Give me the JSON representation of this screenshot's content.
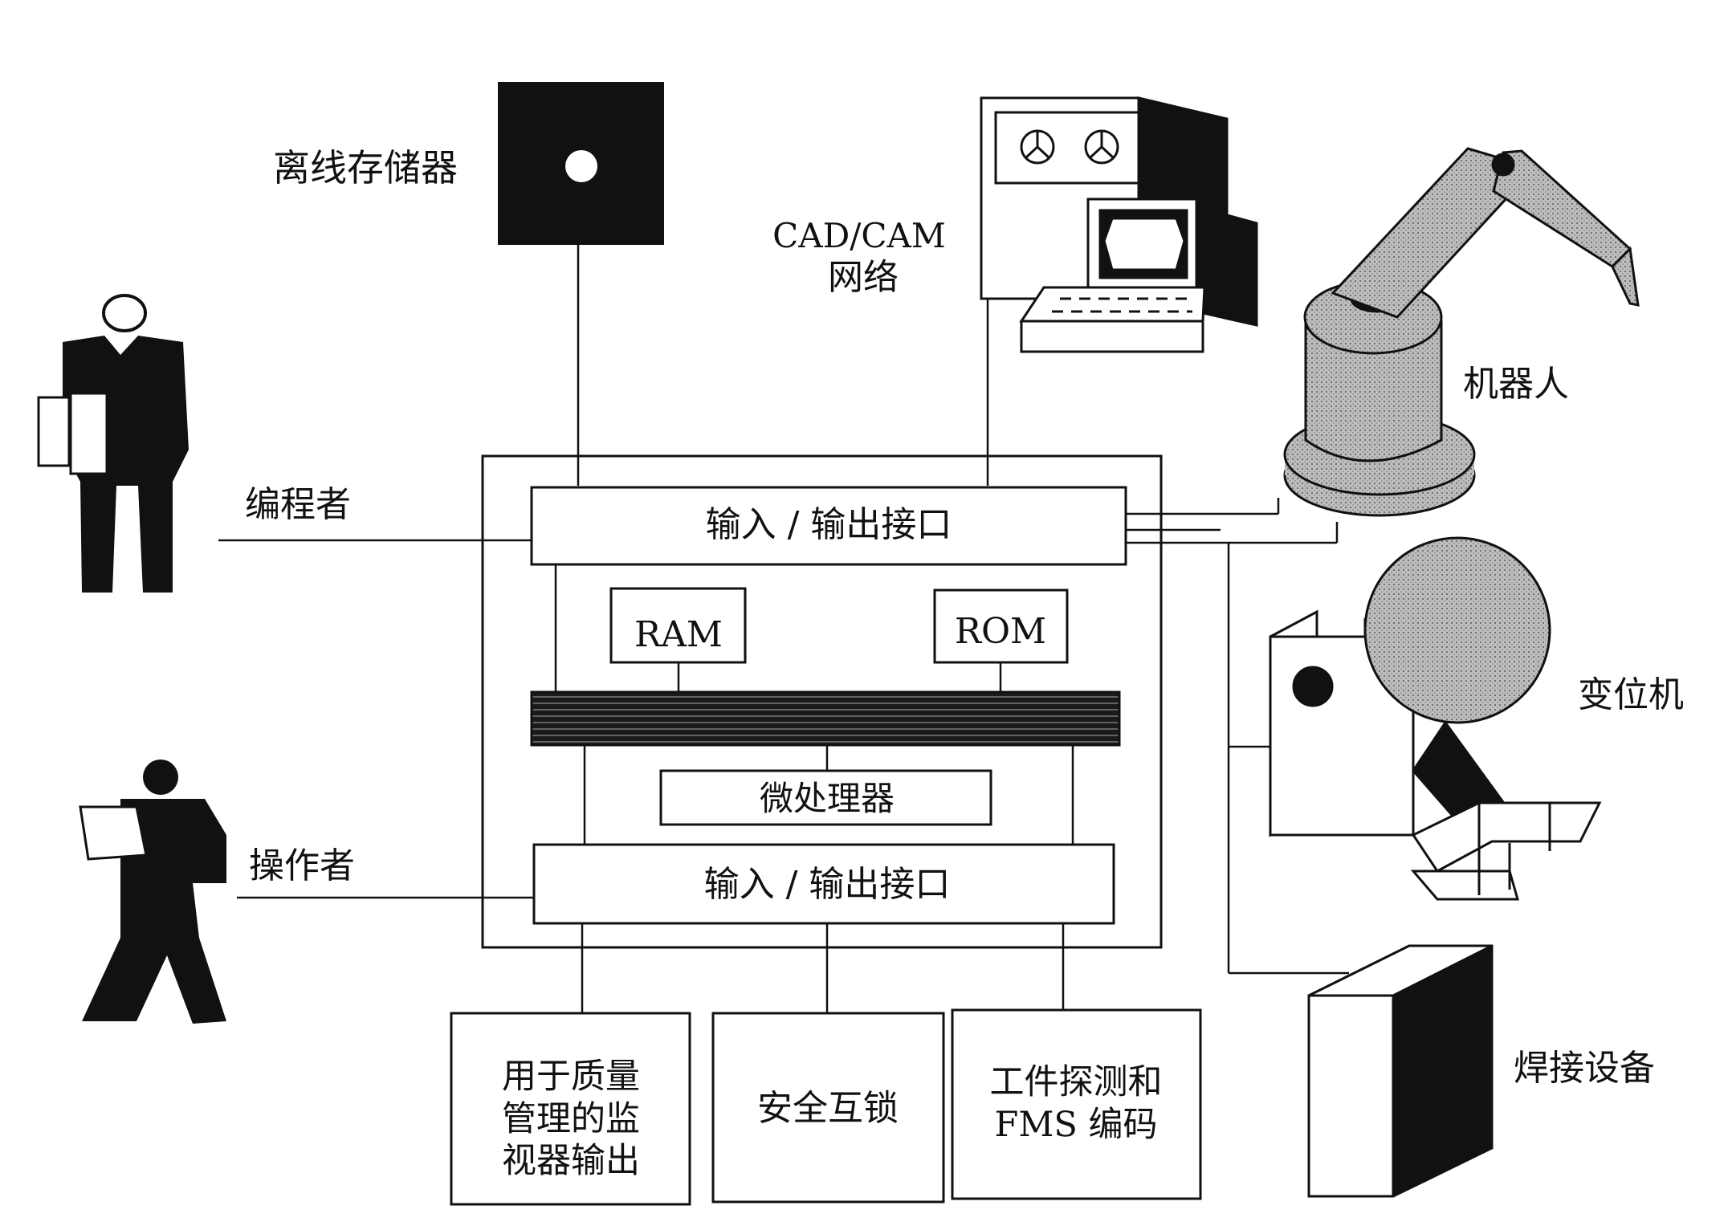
{
  "labels": {
    "offline_storage": "离线存储器",
    "cadcam_line1": "CAD/CAM",
    "cadcam_line2": "网络",
    "robot": "机器人",
    "positioner": "变位机",
    "welding_equipment": "焊接设备",
    "programmer": "编程者",
    "operator": "操作者"
  },
  "controller": {
    "io_top": "输入 / 输出接口",
    "ram": "RAM",
    "rom": "ROM",
    "cpu": "微处理器",
    "io_bottom": "输入 / 输出接口"
  },
  "outputs": {
    "monitor": [
      "用于质量",
      "管理的监",
      "视器输出"
    ],
    "safety": "安全互锁",
    "detect": [
      "工件探测和",
      "FMS 编码"
    ]
  }
}
